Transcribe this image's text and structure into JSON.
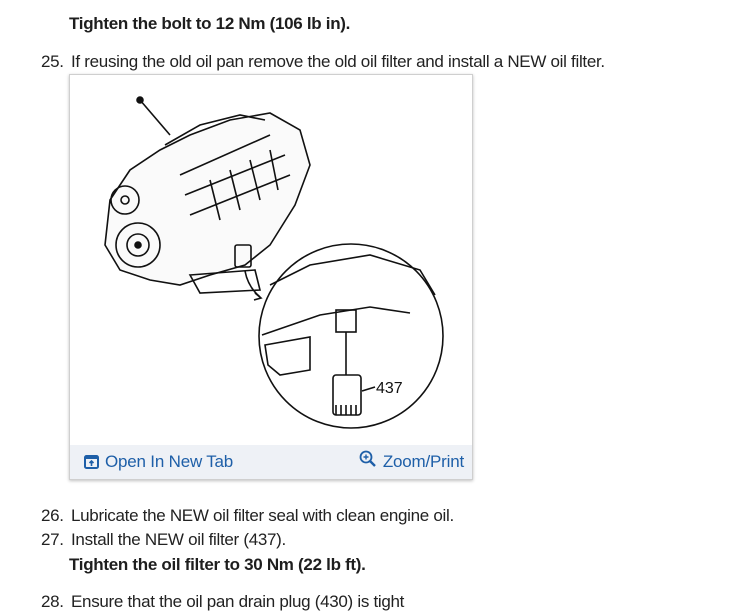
{
  "steps": {
    "step24_spec": "Tighten the bolt to 12 Nm (106 lb in).",
    "step25": {
      "num": "25.",
      "text": "If reusing the old oil pan remove the old oil filter and install a NEW oil filter."
    },
    "figure": {
      "callout_label": "437",
      "open_tab_label": "Open In New Tab",
      "zoom_print_label": "Zoom/Print",
      "link_color": "#1e5fa8"
    },
    "step26": {
      "num": "26.",
      "text": "Lubricate the NEW oil filter seal with clean engine oil."
    },
    "step27": {
      "num": "27.",
      "text": "Install the NEW oil filter (437)."
    },
    "step27_spec": "Tighten the oil filter to 30 Nm (22 lb ft).",
    "step28": {
      "num": "28.",
      "text": "Ensure that the oil pan drain plug (430) is tight"
    }
  }
}
